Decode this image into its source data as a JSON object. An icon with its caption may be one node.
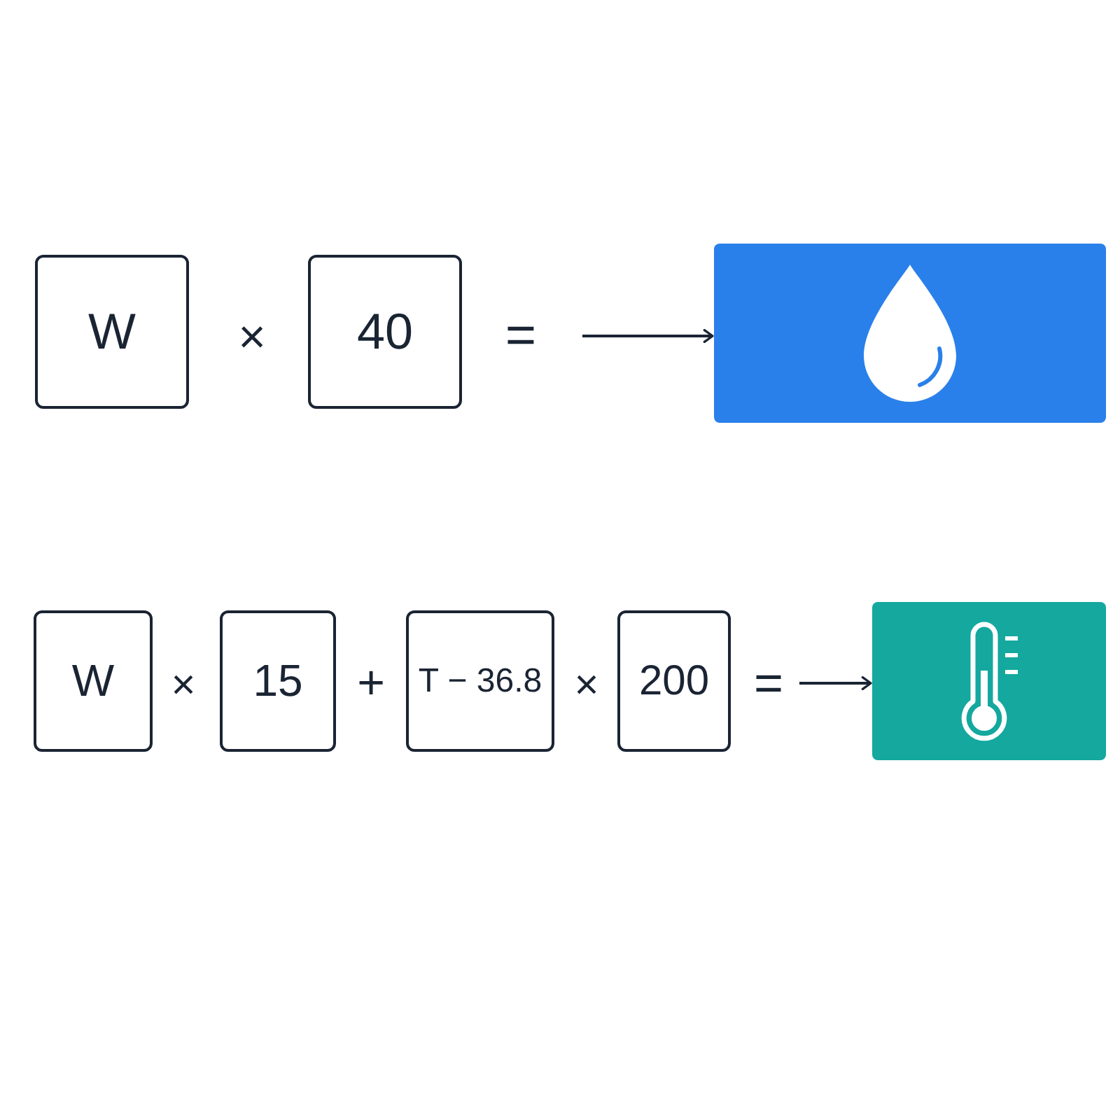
{
  "diagram": {
    "nodes": [
      {
        "text": [
          "W"
        ]
      },
      {
        "text": [
          "40"
        ]
      },
      {
        "text": [],
        "shape": "box"
      },
      {
        "text": [
          "W"
        ]
      },
      {
        "text": [
          "15"
        ]
      },
      {
        "text": [
          "T − 36.8"
        ]
      },
      {
        "text": [
          "200"
        ]
      },
      {
        "text": [],
        "shape": "box"
      }
    ],
    "edges": [
      {
        "from": null,
        "to": 2,
        "arrow": "to"
      },
      {
        "from": null,
        "to": 7,
        "arrow": "to"
      }
    ],
    "labels": [
      "×",
      "=",
      "×",
      "+",
      "×",
      "="
    ]
  }
}
